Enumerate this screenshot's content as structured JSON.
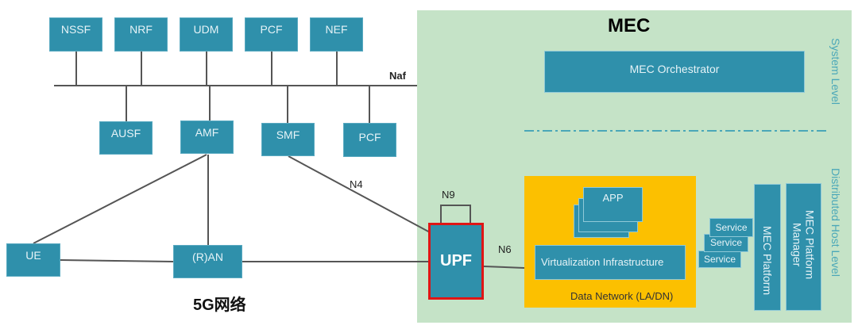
{
  "core_network": {
    "title": "5G网络",
    "top_functions": [
      "NSSF",
      "NRF",
      "UDM",
      "PCF",
      "NEF"
    ],
    "bottom_functions": [
      "AUSF",
      "AMF",
      "SMF",
      "PCF"
    ],
    "ue": "UE",
    "ran": "(R)AN",
    "bus_label": "Naf",
    "interfaces": {
      "n4": "N4",
      "n9": "N9",
      "n6": "N6"
    }
  },
  "mec": {
    "title": "MEC",
    "system_level_label": "System Level",
    "host_level_label": "Distributed Host Level",
    "orchestrator": "MEC Orchestrator",
    "upf": "UPF",
    "app": "APP",
    "virtualization": "Virtualization Infrastructure",
    "data_network": "Data Network (LA/DN)",
    "services": [
      "Service",
      "Service",
      "Service"
    ],
    "platform": "MEC  Platform",
    "platform_manager": "MEC Platform Manager"
  },
  "colors": {
    "function_box": "#2f90ab",
    "mec_background": "#c5e3c7",
    "data_network": "#fcc000",
    "upf_highlight": "#e01515",
    "side_label": "#4aa7b8"
  }
}
